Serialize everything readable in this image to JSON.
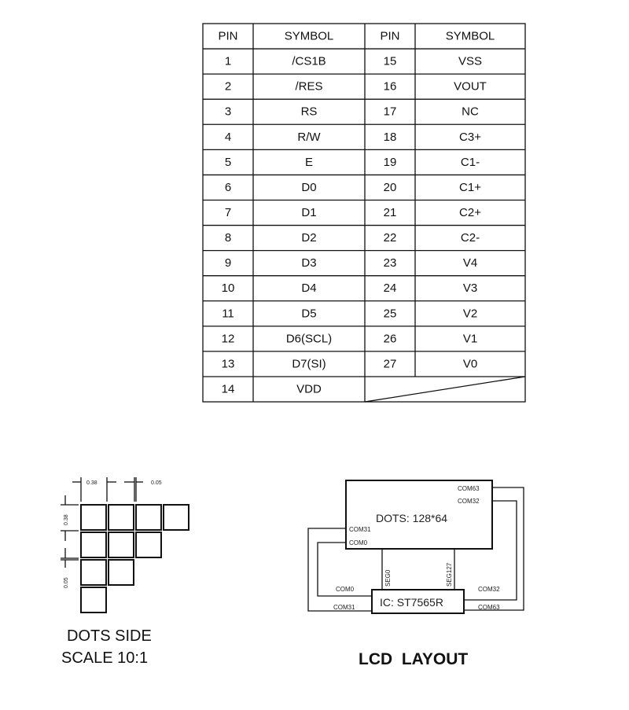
{
  "pin_table": {
    "headers": [
      "PIN",
      "SYMBOL",
      "PIN",
      "SYMBOL"
    ],
    "left": [
      {
        "pin": "1",
        "symbol": "/CS1B"
      },
      {
        "pin": "2",
        "symbol": "/RES"
      },
      {
        "pin": "3",
        "symbol": "RS"
      },
      {
        "pin": "4",
        "symbol": "R/W"
      },
      {
        "pin": "5",
        "symbol": "E"
      },
      {
        "pin": "6",
        "symbol": "D0"
      },
      {
        "pin": "7",
        "symbol": "D1"
      },
      {
        "pin": "8",
        "symbol": "D2"
      },
      {
        "pin": "9",
        "symbol": "D3"
      },
      {
        "pin": "10",
        "symbol": "D4"
      },
      {
        "pin": "11",
        "symbol": "D5"
      },
      {
        "pin": "12",
        "symbol": "D6(SCL)"
      },
      {
        "pin": "13",
        "symbol": "D7(SI)"
      },
      {
        "pin": "14",
        "symbol": "VDD"
      }
    ],
    "right": [
      {
        "pin": "15",
        "symbol": "VSS"
      },
      {
        "pin": "16",
        "symbol": "VOUT"
      },
      {
        "pin": "17",
        "symbol": "NC"
      },
      {
        "pin": "18",
        "symbol": "C3+"
      },
      {
        "pin": "19",
        "symbol": "C1-"
      },
      {
        "pin": "20",
        "symbol": "C1+"
      },
      {
        "pin": "21",
        "symbol": "C2+"
      },
      {
        "pin": "22",
        "symbol": "C2-"
      },
      {
        "pin": "23",
        "symbol": "V4"
      },
      {
        "pin": "24",
        "symbol": "V3"
      },
      {
        "pin": "25",
        "symbol": "V2"
      },
      {
        "pin": "26",
        "symbol": "V1"
      },
      {
        "pin": "27",
        "symbol": "V0"
      }
    ]
  },
  "dots_side": {
    "dim_width": "0.38",
    "dim_gap": "0.05",
    "dim_height": "0.38",
    "dim_vgap": "0.05",
    "title": "DOTS SIDE",
    "scale": "SCALE 10:1"
  },
  "lcd_layout": {
    "panel_label": "DOTS: 128*64",
    "ic_label": "IC: ST7565R",
    "com63": "COM63",
    "com32": "COM32",
    "com31": "COM31",
    "com0": "COM0",
    "seg0": "SEG0",
    "seg127": "SEG127",
    "title": "LCD  LAYOUT"
  }
}
